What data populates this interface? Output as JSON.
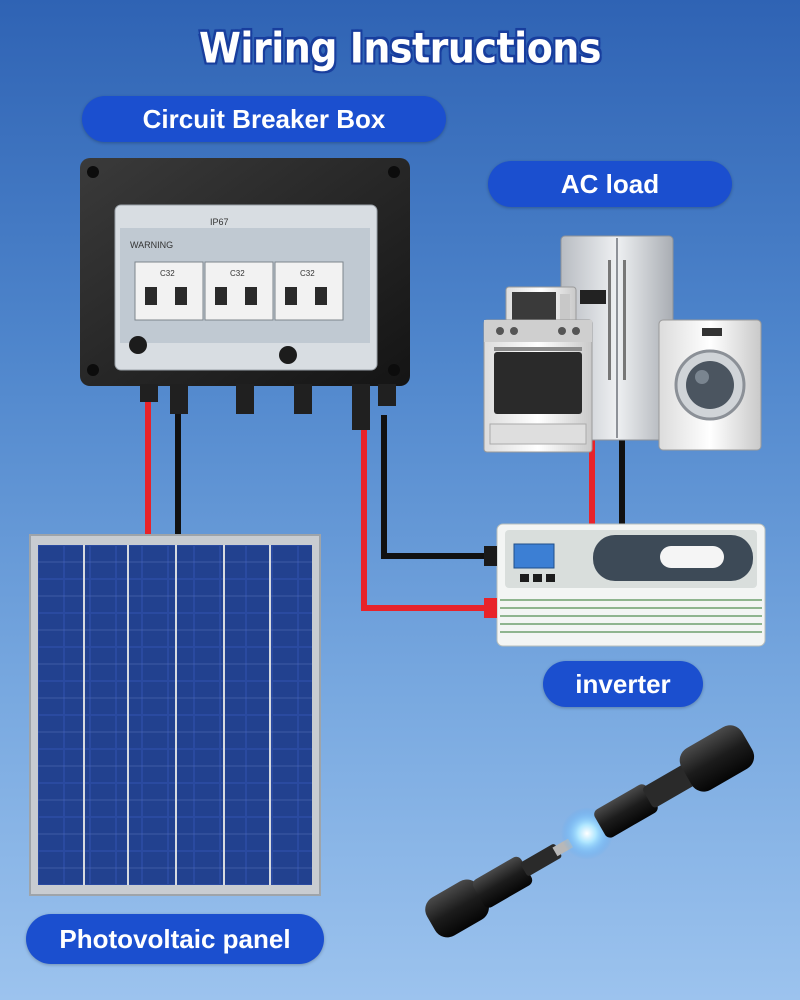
{
  "title": "Wiring Instructions",
  "labels": {
    "circuit_breaker_box": "Circuit Breaker Box",
    "ac_load": "AC load",
    "inverter": "inverter",
    "photovoltaic_panel": "Photovoltaic panel"
  },
  "breaker_box": {
    "rating_label": "IP67",
    "warning_label": "WARNING",
    "breaker_labels": [
      "C32",
      "C32",
      "C32"
    ]
  },
  "colors": {
    "wire_positive": "#e8232a",
    "wire_negative": "#111111",
    "label_pill": "#1b4fcf",
    "panel_cell": "#1f3d8a",
    "background_top": "#2f63b4",
    "background_bottom": "#9cc3ee"
  },
  "icons": [
    "circuit-breaker-box-image",
    "refrigerator-image",
    "microwave-image",
    "oven-image",
    "washing-machine-image",
    "inverter-image",
    "solar-panel-image",
    "mc4-connector-image"
  ]
}
